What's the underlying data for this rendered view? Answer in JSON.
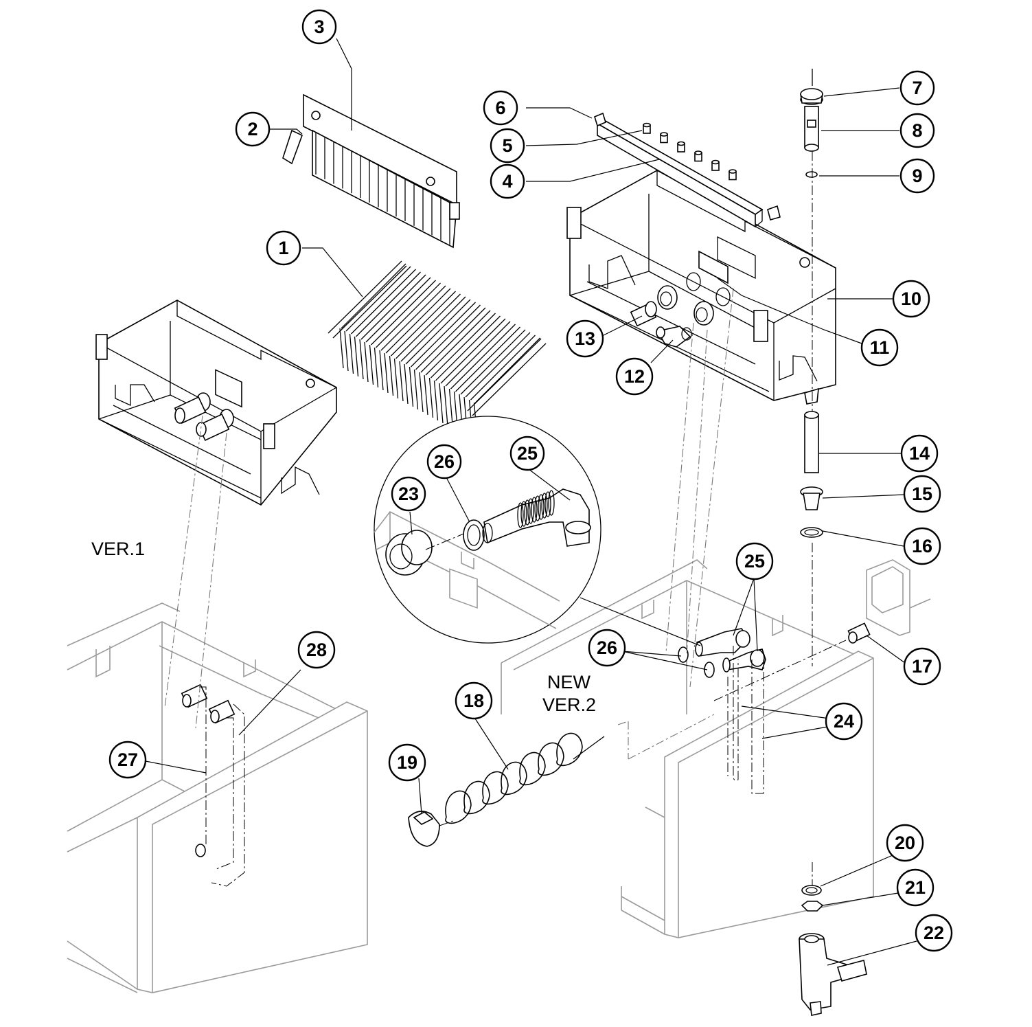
{
  "callouts": [
    "1",
    "2",
    "3",
    "4",
    "5",
    "6",
    "7",
    "8",
    "9",
    "10",
    "11",
    "12",
    "13",
    "14",
    "15",
    "16",
    "17",
    "18",
    "19",
    "20",
    "21",
    "22",
    "23",
    "24",
    "25",
    "26",
    "27",
    "28"
  ],
  "labels": {
    "ver1": "VER.1",
    "new": "NEW",
    "ver2": "VER.2"
  }
}
